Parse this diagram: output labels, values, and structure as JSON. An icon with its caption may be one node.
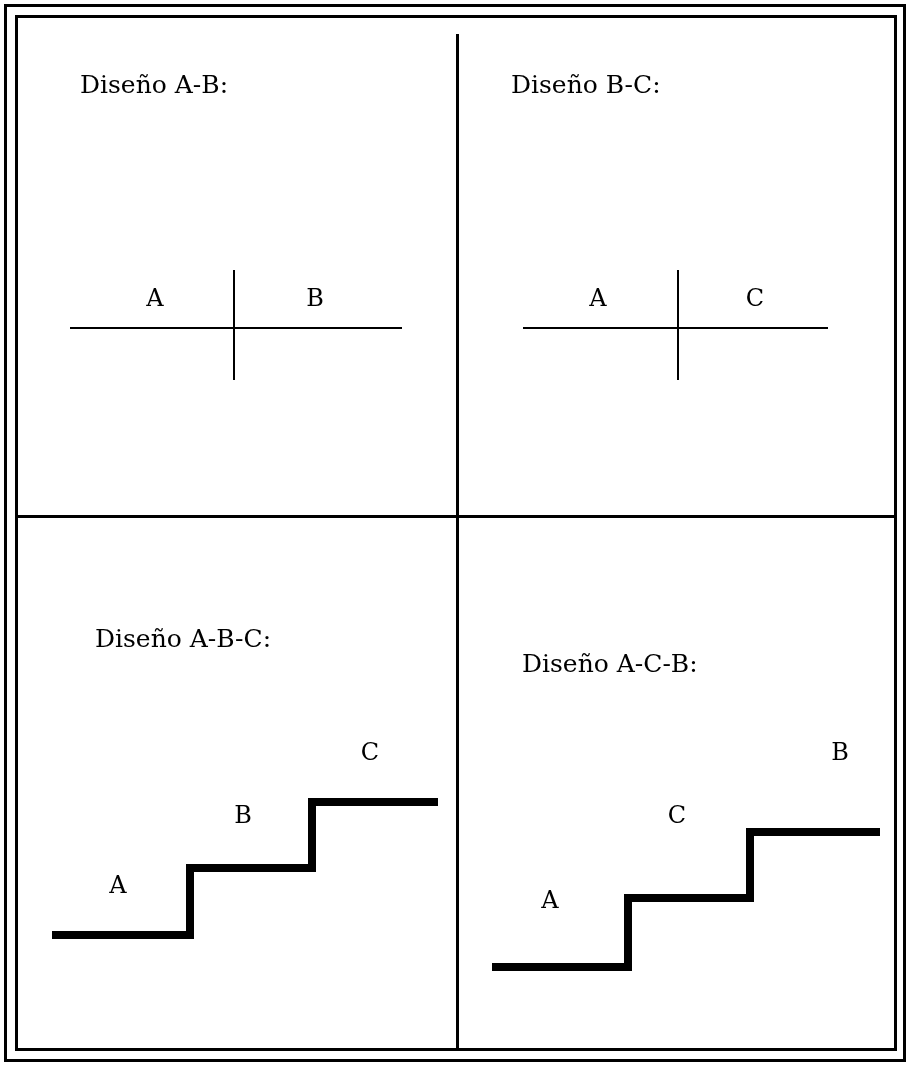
{
  "diagram": {
    "nodes": [
      {
        "text": [
          "Diseño A-B:",
          "A",
          "B"
        ]
      },
      {
        "text": [
          "Diseño B-C:",
          "A",
          "C"
        ]
      },
      {
        "text": [
          "Diseño A-B-C:",
          "A",
          "B",
          "C"
        ]
      },
      {
        "text": [
          "Diseño A-C-B:",
          "A",
          "C",
          "B"
        ]
      }
    ]
  }
}
